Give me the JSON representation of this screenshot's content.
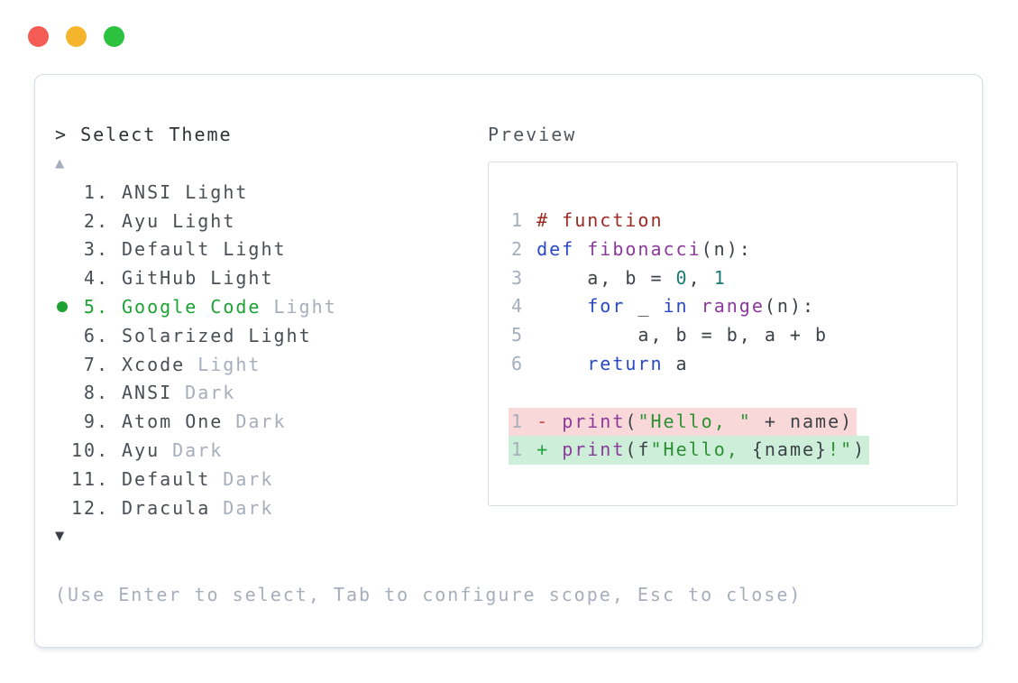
{
  "window": {
    "traffic_lights": [
      {
        "name": "close",
        "color": "#f45c55"
      },
      {
        "name": "minimize",
        "color": "#f4b52d"
      },
      {
        "name": "maximize",
        "color": "#2cc13e"
      }
    ]
  },
  "colors": {
    "title_text": "#2e3237",
    "list_text": "#4a4f55",
    "label_text": "#4f565e",
    "plain_text": "#3d4248",
    "muted": "#a7aebb",
    "border": "#d9dde4",
    "scroll_down": "#3c4046",
    "selected_green": "#1da233",
    "keyword": "#2948c8",
    "comment": "#9c2b23",
    "function_name": "#8b3a9b",
    "literal": "#1b7a74",
    "string": "#2c9132",
    "diff_minus": "#c64545",
    "diff_plus": "#27a042",
    "diff_removed_bg": "#f8d8d8",
    "diff_added_bg": "#cdeed8"
  },
  "prompt": {
    "title": "> Select Theme"
  },
  "theme_list": {
    "scroll_up_indicator": "▲",
    "scroll_down_indicator": "▼",
    "items": [
      {
        "number": "1.",
        "name": "ANSI Light",
        "suffix": "",
        "selected": false
      },
      {
        "number": "2.",
        "name": "Ayu Light",
        "suffix": "",
        "selected": false
      },
      {
        "number": "3.",
        "name": "Default Light",
        "suffix": "",
        "selected": false
      },
      {
        "number": "4.",
        "name": "GitHub Light",
        "suffix": "",
        "selected": false
      },
      {
        "number": "5.",
        "name": "Google Code",
        "suffix": "Light",
        "selected": true
      },
      {
        "number": "6.",
        "name": "Solarized Light",
        "suffix": "",
        "selected": false
      },
      {
        "number": "7.",
        "name": "Xcode",
        "suffix": "Light",
        "selected": false
      },
      {
        "number": "8.",
        "name": "ANSI",
        "suffix": "Dark",
        "selected": false
      },
      {
        "number": "9.",
        "name": "Atom One",
        "suffix": "Dark",
        "selected": false
      },
      {
        "number": "10.",
        "name": "Ayu",
        "suffix": "Dark",
        "selected": false
      },
      {
        "number": "11.",
        "name": "Default",
        "suffix": "Dark",
        "selected": false
      },
      {
        "number": "12.",
        "name": "Dracula",
        "suffix": "Dark",
        "selected": false
      }
    ]
  },
  "preview": {
    "label": "Preview",
    "code_lines": [
      {
        "num": "1",
        "tokens": [
          [
            "comment",
            "# function"
          ]
        ]
      },
      {
        "num": "2",
        "tokens": [
          [
            "keyword",
            "def"
          ],
          [
            "plain",
            " "
          ],
          [
            "function",
            "fibonacci"
          ],
          [
            "plain",
            "(n):"
          ]
        ]
      },
      {
        "num": "3",
        "tokens": [
          [
            "plain",
            "    a, b = "
          ],
          [
            "literal",
            "0"
          ],
          [
            "plain",
            ", "
          ],
          [
            "literal",
            "1"
          ]
        ]
      },
      {
        "num": "4",
        "tokens": [
          [
            "plain",
            "    "
          ],
          [
            "keyword",
            "for"
          ],
          [
            "plain",
            " _ "
          ],
          [
            "keyword",
            "in"
          ],
          [
            "plain",
            " "
          ],
          [
            "function",
            "range"
          ],
          [
            "plain",
            "(n):"
          ]
        ]
      },
      {
        "num": "5",
        "tokens": [
          [
            "plain",
            "        a, b = b, a + b"
          ]
        ]
      },
      {
        "num": "6",
        "tokens": [
          [
            "plain",
            "    "
          ],
          [
            "keyword",
            "return"
          ],
          [
            "plain",
            " a"
          ]
        ]
      }
    ],
    "diff_lines": [
      {
        "num": "1",
        "kind": "removed",
        "tokens": [
          [
            "minus",
            "- "
          ],
          [
            "function",
            "print"
          ],
          [
            "plain",
            "("
          ],
          [
            "string",
            "\"Hello, \""
          ],
          [
            "plain",
            " + name)"
          ]
        ]
      },
      {
        "num": "1",
        "kind": "added",
        "tokens": [
          [
            "plus",
            "+ "
          ],
          [
            "function",
            "print"
          ],
          [
            "plain",
            "(f"
          ],
          [
            "string",
            "\"Hello, "
          ],
          [
            "plain",
            "{name}"
          ],
          [
            "string",
            "!\""
          ],
          [
            "plain",
            ")"
          ]
        ]
      }
    ]
  },
  "footer": {
    "hint": "(Use Enter to select, Tab to configure scope, Esc to close)"
  }
}
